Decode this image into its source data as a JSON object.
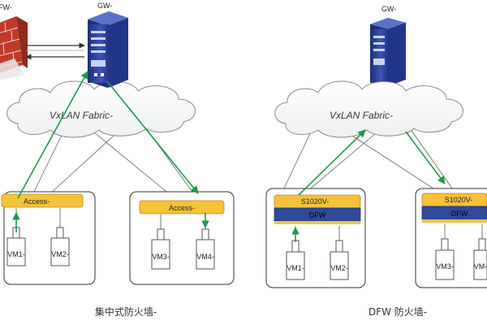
{
  "left": {
    "firewall_label": "FW-",
    "gateway_label": "GW-",
    "fabric_label": "VxLAN Fabric-",
    "switch1_label": "Access-",
    "switch2_label": "Access-",
    "vm_labels": [
      "VM1-",
      "VM2-",
      "VM3-",
      "VM4-"
    ],
    "caption": "集中式防火墙-"
  },
  "right": {
    "gateway_label": "GW-",
    "fabric_label": "VxLAN Fabric-",
    "switch1_label": "S1020V-",
    "switch1_dfw": "DFW",
    "switch2_label": "S1020V-",
    "switch2_dfw": "DFW",
    "vm_labels": [
      "VM1-",
      "VM2-",
      "VM3-",
      "VM-"
    ],
    "caption": "DFW 防火墙-"
  },
  "colors": {
    "arrow_green": "#1f9a4a",
    "switch_yellow": "#f5c23a",
    "dfw_blue": "#2f4a98",
    "gateway_blue": "#2b3f9a",
    "firewall_red": "#c0392b",
    "fabric_text": "#3a3a3a"
  }
}
